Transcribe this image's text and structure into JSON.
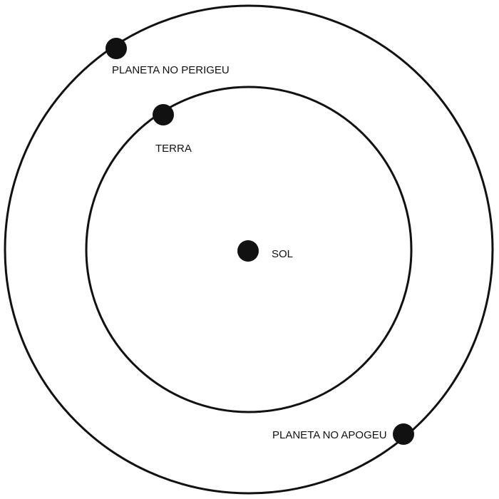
{
  "labels": {
    "sun": "SOL",
    "earth": "TERRA",
    "planet_perigee": "PLANETA NO PERIGEU",
    "planet_apogee": "PLANETA NO APOGEU"
  },
  "colors": {
    "stroke": "#111111",
    "background": "#ffffff"
  }
}
